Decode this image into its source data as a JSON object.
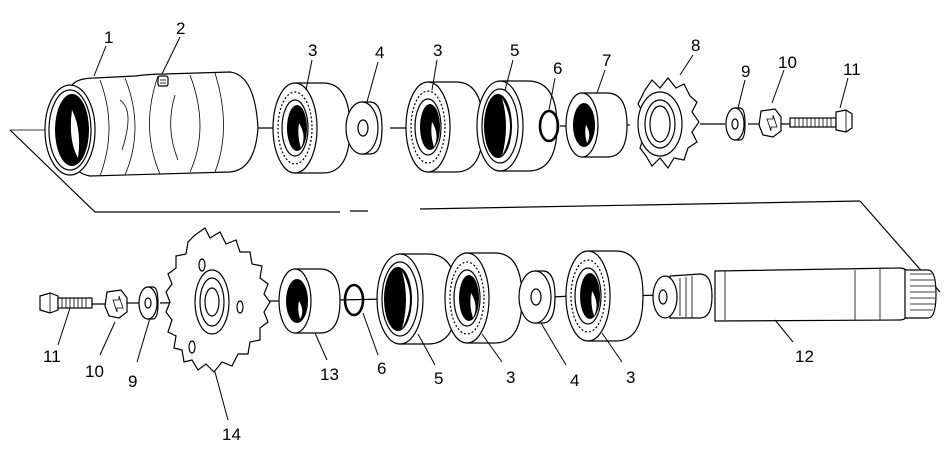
{
  "diagram": {
    "type": "exploded-parts-view",
    "assemblies": [
      {
        "name": "upper-assembly",
        "parts": [
          {
            "callout": "1",
            "part": "housing"
          },
          {
            "callout": "2",
            "part": "set-screw"
          },
          {
            "callout": "3",
            "part": "bearing"
          },
          {
            "callout": "4",
            "part": "spacer"
          },
          {
            "callout": "3",
            "part": "bearing"
          },
          {
            "callout": "5",
            "part": "bearing-seal"
          },
          {
            "callout": "6",
            "part": "o-ring"
          },
          {
            "callout": "7",
            "part": "bushing"
          },
          {
            "callout": "8",
            "part": "drive-sprocket-small"
          },
          {
            "callout": "9",
            "part": "washer"
          },
          {
            "callout": "10",
            "part": "lock-washer"
          },
          {
            "callout": "11",
            "part": "bolt"
          }
        ]
      },
      {
        "name": "lower-assembly",
        "parts": [
          {
            "callout": "11",
            "part": "bolt"
          },
          {
            "callout": "10",
            "part": "lock-washer"
          },
          {
            "callout": "9",
            "part": "washer"
          },
          {
            "callout": "14",
            "part": "driven-sprocket-large"
          },
          {
            "callout": "13",
            "part": "bushing"
          },
          {
            "callout": "6",
            "part": "o-ring"
          },
          {
            "callout": "5",
            "part": "bearing-seal"
          },
          {
            "callout": "3",
            "part": "bearing"
          },
          {
            "callout": "4",
            "part": "spacer"
          },
          {
            "callout": "3",
            "part": "bearing"
          },
          {
            "callout": "12",
            "part": "shaft"
          }
        ]
      }
    ]
  }
}
